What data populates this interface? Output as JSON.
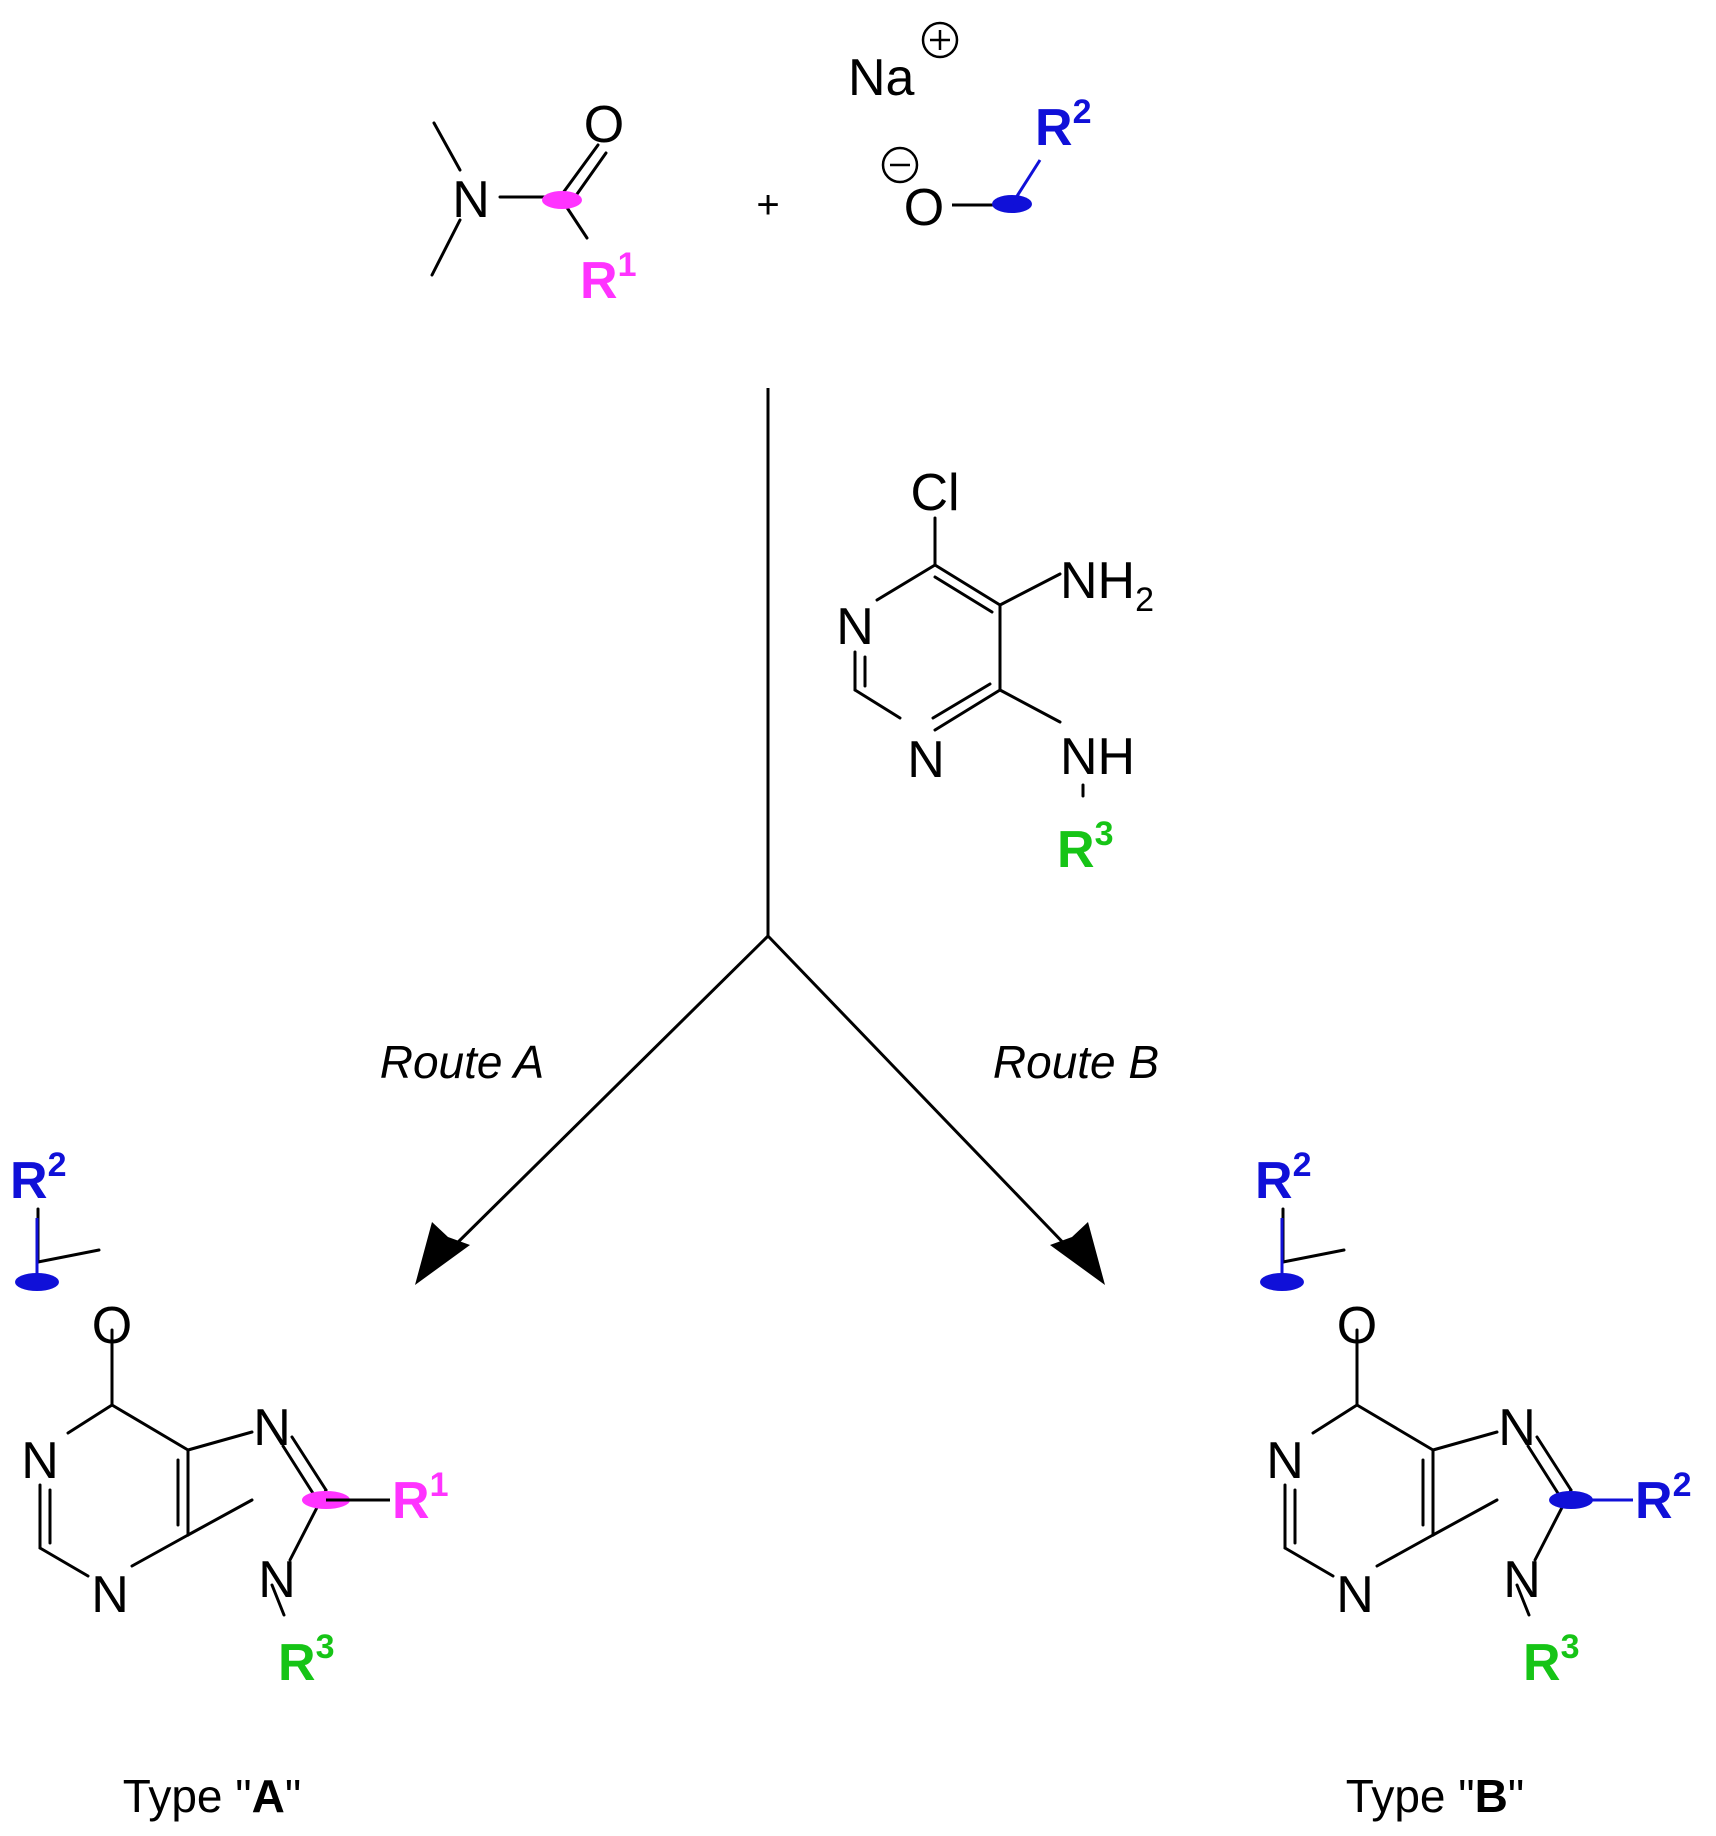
{
  "colors": {
    "r1": "#ff33ff",
    "r2": "#1010d8",
    "r3": "#16c416",
    "bond": "#000000"
  },
  "atoms": {
    "oxygen": "O",
    "nitrogen": "N",
    "sodium": "Na",
    "chlorine": "Cl",
    "amine": "NH",
    "hydrogen_subscript": "2",
    "imine_h": "NH",
    "plus_sign": "+",
    "positive_charge": "+",
    "negative_charge": "−"
  },
  "substituents": {
    "r1": {
      "label": "R",
      "index": "1"
    },
    "r2": {
      "label": "R",
      "index": "2"
    },
    "r3": {
      "label": "R",
      "index": "3"
    }
  },
  "routes": {
    "a": {
      "label": "Route A"
    },
    "b": {
      "label": "Route B"
    }
  },
  "products": {
    "a": {
      "prefix": "Type \"",
      "key": "A",
      "suffix": "\""
    },
    "b": {
      "prefix": "Type \"",
      "key": "B",
      "suffix": "\""
    }
  }
}
